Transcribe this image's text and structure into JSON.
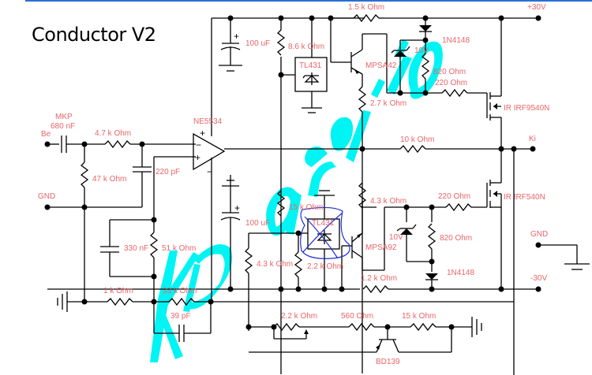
{
  "title": "Conductor V2",
  "nets": {
    "input": "Be",
    "output": "Ki",
    "gnd_left": "GND",
    "gnd_right": "GND",
    "v_pos": "+30V",
    "v_neg": "-30V"
  },
  "components": {
    "c_in_type": "MKP",
    "c_in": "680 nF",
    "r_in": "4.7 k Ohm",
    "r_shunt": "47 k Ohm",
    "c_220": "220 pF",
    "opamp": "NE5534",
    "c_top": "100 uF",
    "c_bot": "100 uF",
    "r_8k6": "8.6 k Ohm",
    "tl431_top": "TL431",
    "tl431_bot": "TL431",
    "r_1k5": "1.5 k Ohm",
    "q_top": "MPSA42",
    "q_bot": "MPSA92",
    "r_2k7": "2.7 k Ohm",
    "d_top": "1N4148",
    "d_bot": "1N4148",
    "z_top": "10V",
    "z_bot": "10V",
    "r_820_top": "820  Ohm",
    "r_220_top": "220  Ohm",
    "r_820_bot": "820  Ohm",
    "r_220_bot": "220  Ohm",
    "mosfet_top": "IR IRF9540N",
    "mosfet_bot": "IR IRF540N",
    "r_10k": "10 k Ohm",
    "r_4k3_right": "4.3 k Ohm",
    "r_15k_mid": "15 k Ohm",
    "r_4k3_left": "4.3 k Ohm",
    "r_2k2_mid": "2.2 k Ohm",
    "r_1k2": "1.2 k Ohm",
    "c_330": "330 nF",
    "r_51k": "51 k Ohm",
    "r_1k": "1 k Ohm",
    "r_33k": "33 k Ohm",
    "c_39": "39 pF",
    "pot_2k2": "2.2 k Ohm",
    "r_560": "560  Ohm",
    "r_15k_bias": "15 k Ohm",
    "q_bias": "BD139"
  },
  "watermark": "KD audio"
}
